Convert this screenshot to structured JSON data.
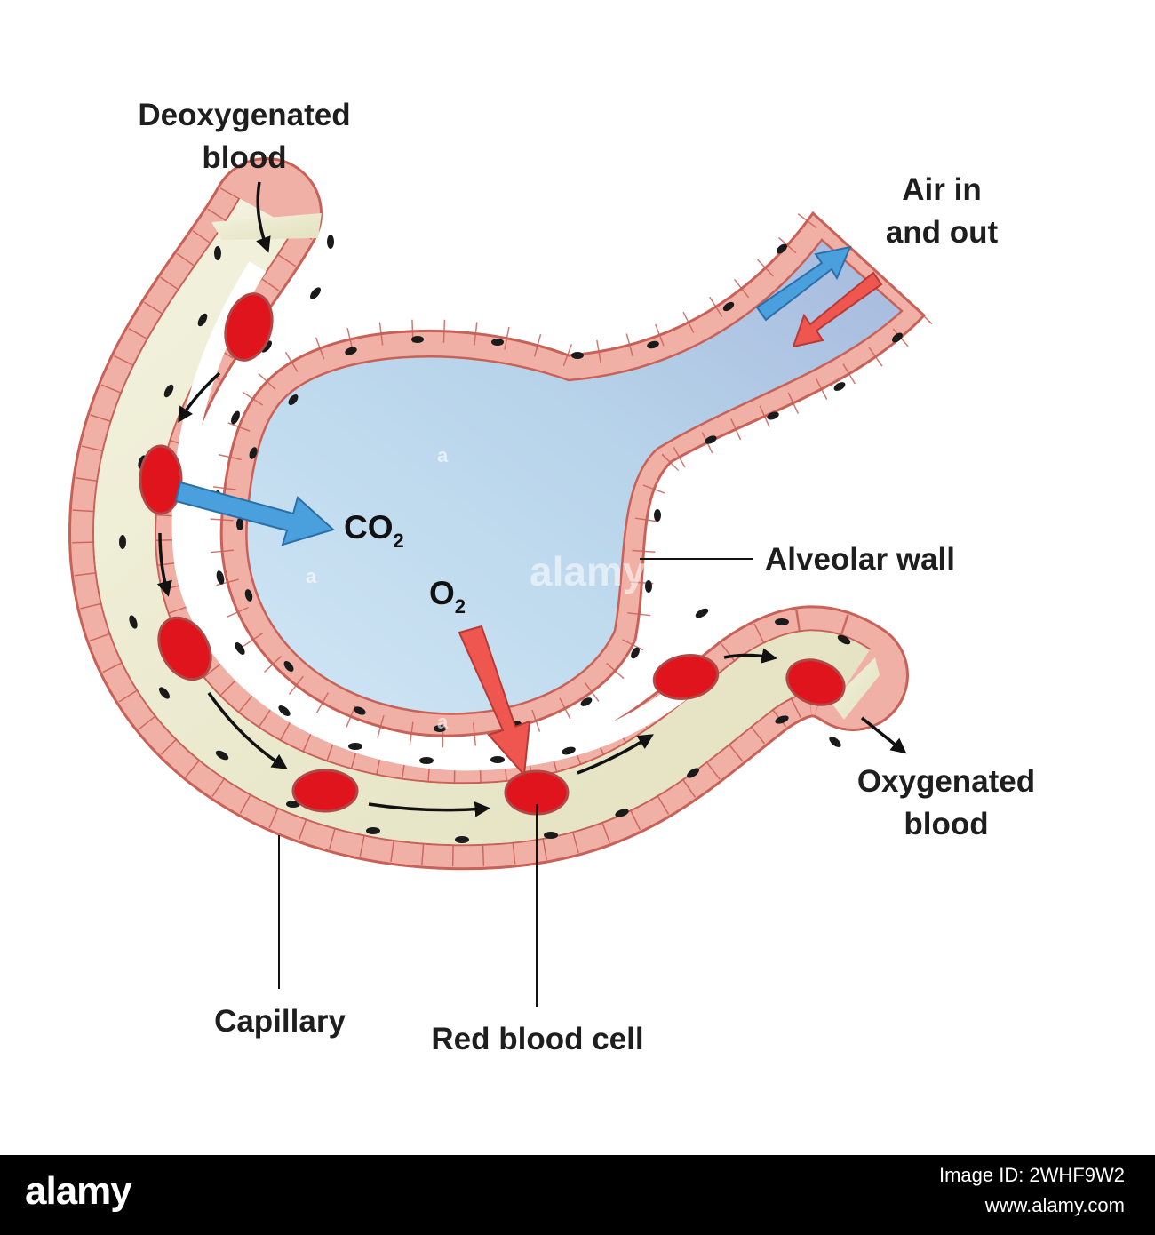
{
  "labels": {
    "deoxygenated": [
      "Deoxygenated",
      "blood"
    ],
    "air": [
      "Air in",
      "and out"
    ],
    "alveolar_wall": "Alveolar wall",
    "oxygenated": [
      "Oxygenated",
      "blood"
    ],
    "capillary": "Capillary",
    "red_blood_cell": "Red blood cell"
  },
  "chemicals": {
    "co2": {
      "base": "CO",
      "sub": "2"
    },
    "o2": {
      "base": "O",
      "sub": "2"
    }
  },
  "watermark": {
    "text": "alamy",
    "mark": "a"
  },
  "footer": {
    "brand": "alamy",
    "image_id": "Image ID: 2WHF9W2",
    "url": "www.alamy.com"
  },
  "colors": {
    "air_space": "#bcd6ea",
    "tissue_wall": "#f1b0a6",
    "wall_outline": "#d2665d",
    "plasma": "#ecebcf",
    "red_blood_cell": "#e0141c",
    "co2_arrow": "#4a9fdd",
    "o2_arrow": "#ef5650",
    "nucleus": "#1a1a1a"
  },
  "icons": {
    "co2_arrow": "arrow-right-blue",
    "o2_arrow": "arrow-down-red",
    "air_in": "arrow-up-right-blue",
    "air_out": "arrow-down-left-red"
  }
}
